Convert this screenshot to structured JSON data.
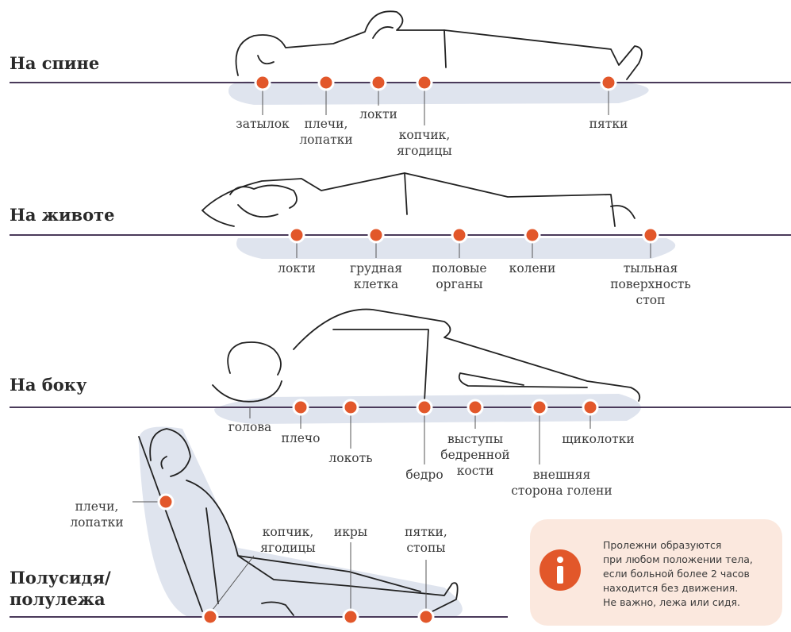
{
  "colors": {
    "accent": "#e2572a",
    "line": "#4a3a5a",
    "body_outline": "#222222",
    "shadow": "#dfe4ee",
    "info_bg": "#fbe8de"
  },
  "sections": [
    {
      "id": "supine",
      "title": "На спине",
      "points": [
        {
          "label": "затылок"
        },
        {
          "label": "плечи,\nлопатки"
        },
        {
          "label": "локти"
        },
        {
          "label": "копчик,\nягодицы"
        },
        {
          "label": "пятки"
        }
      ]
    },
    {
      "id": "prone",
      "title": "На животе",
      "points": [
        {
          "label": "локти"
        },
        {
          "label": "грудная\nклетка"
        },
        {
          "label": "половые\nорганы"
        },
        {
          "label": "колени"
        },
        {
          "label": "тыльная\nповерхность\nстоп"
        }
      ]
    },
    {
      "id": "side",
      "title": "На боку",
      "points": [
        {
          "label": "голова"
        },
        {
          "label": "плечо"
        },
        {
          "label": "локоть"
        },
        {
          "label": "бедро"
        },
        {
          "label": "выступы\nбедренной\nкости"
        },
        {
          "label": "внешняя\nсторона голени"
        },
        {
          "label": "щиколотки"
        }
      ]
    },
    {
      "id": "semi",
      "title": "Полусидя/\nполулежа",
      "points": [
        {
          "label": "плечи,\nлопатки"
        },
        {
          "label": "копчик,\nягодицы"
        },
        {
          "label": "икры"
        },
        {
          "label": "пятки,\nстопы"
        }
      ]
    }
  ],
  "info": {
    "icon": "info-icon",
    "lines": [
      "Пролежни образуются",
      "при любом положении тела,",
      "если больной более 2 часов",
      "находится без движения.",
      "Не важно, лежа или сидя."
    ]
  }
}
